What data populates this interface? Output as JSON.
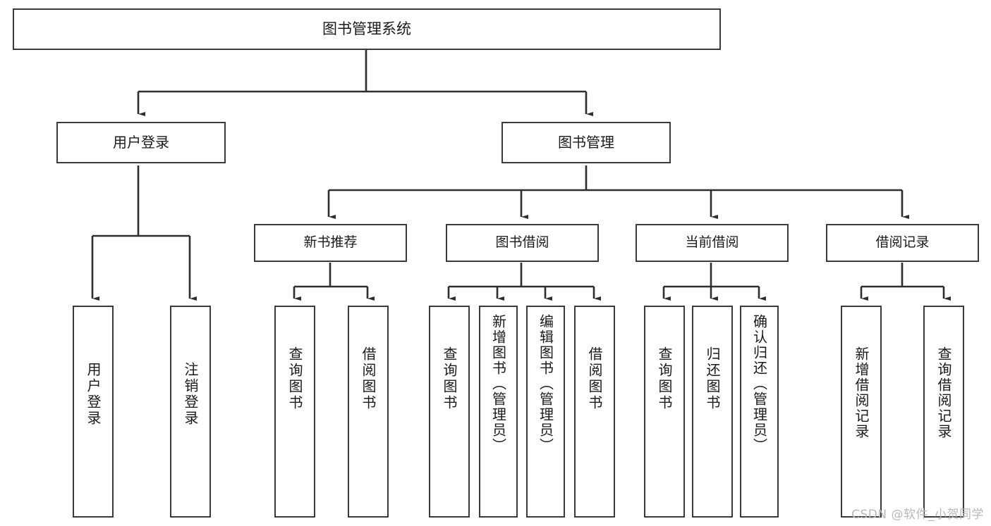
{
  "diagram": {
    "title": "图书管理系统",
    "type": "tree",
    "orientation": "top-down",
    "colors": {
      "box_stroke": "#3a3a3a",
      "box_fill": "#ffffff",
      "connector": "#2e2e2e",
      "text": "#1a1a1a",
      "watermark": "#b9b9b9"
    },
    "root": {
      "label": "图书管理系统"
    },
    "level2": [
      {
        "id": "user-login",
        "label": "用户登录"
      },
      {
        "id": "book-manage",
        "label": "图书管理"
      }
    ],
    "level3": [
      {
        "id": "new-book-recommend",
        "label": "新书推荐"
      },
      {
        "id": "book-borrow",
        "label": "图书借阅"
      },
      {
        "id": "current-borrow",
        "label": "当前借阅"
      },
      {
        "id": "borrow-record",
        "label": "借阅记录"
      }
    ],
    "leaves": {
      "user_login": [
        {
          "id": "leaf-user-login",
          "label": "用户登录"
        },
        {
          "id": "leaf-logout-login",
          "label": "注销登录"
        }
      ],
      "new_book_recommend": [
        {
          "id": "leaf-query-book-1",
          "label": "查询图书"
        },
        {
          "id": "leaf-borrow-book-1",
          "label": "借阅图书"
        }
      ],
      "book_borrow": [
        {
          "id": "leaf-query-book-2",
          "label": "查询图书"
        },
        {
          "id": "leaf-add-book",
          "label": "新增图书（管理员）"
        },
        {
          "id": "leaf-edit-book",
          "label": "编辑图书（管理员）"
        },
        {
          "id": "leaf-borrow-book-2",
          "label": "借阅图书"
        }
      ],
      "current_borrow": [
        {
          "id": "leaf-query-book-3",
          "label": "查询图书"
        },
        {
          "id": "leaf-return-book",
          "label": "归还图书"
        },
        {
          "id": "leaf-confirm-return",
          "label": "确认归还（管理员）"
        }
      ],
      "borrow_record": [
        {
          "id": "leaf-add-record",
          "label": "新增借阅记录"
        },
        {
          "id": "leaf-query-record",
          "label": "查询借阅记录"
        }
      ]
    }
  },
  "watermark": {
    "text": "CSDN @软件_小贺同学"
  }
}
